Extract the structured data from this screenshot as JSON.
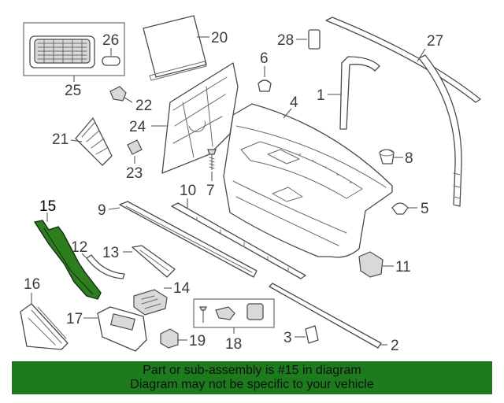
{
  "diagram": {
    "highlight_color": "#2e7d1f",
    "callouts": {
      "c1": "1",
      "c2": "2",
      "c3": "3",
      "c4": "4",
      "c5": "5",
      "c6": "6",
      "c7": "7",
      "c8": "8",
      "c9": "9",
      "c10": "10",
      "c11": "11",
      "c12": "12",
      "c13": "13",
      "c14": "14",
      "c15": "15",
      "c16": "16",
      "c17": "17",
      "c18": "18",
      "c19": "19",
      "c20": "20",
      "c21": "21",
      "c22": "22",
      "c23": "23",
      "c24": "24",
      "c25": "25",
      "c26": "26",
      "c27": "27",
      "c28": "28"
    },
    "highlighted_part": "15"
  },
  "banner": {
    "line1": "Part or sub-assembly is #15 in diagram",
    "line2": "Diagram may not be specific to your vehicle",
    "background": "#1d7a1d"
  }
}
